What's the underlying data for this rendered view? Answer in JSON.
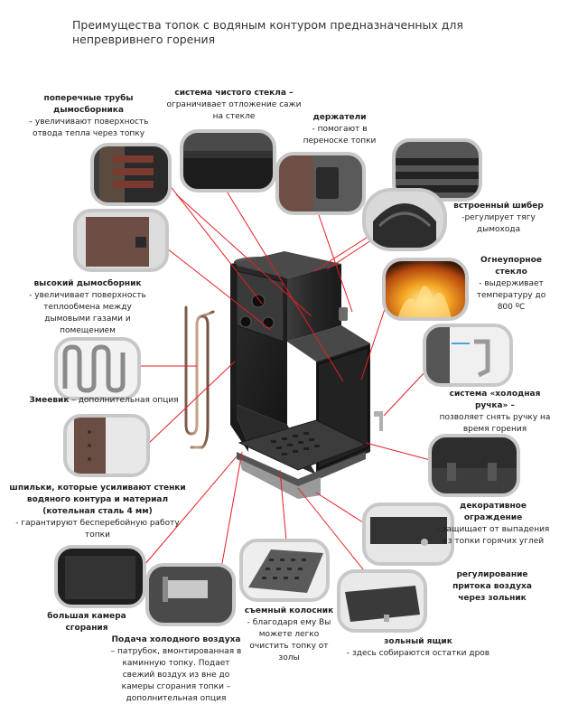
{
  "title": "Преимущества топок с водяным контуром предназначенных для непревривнего горения",
  "colors": {
    "accent": "#e31e24",
    "frame": "#c8c8c8",
    "steel": "#2e2e2e",
    "panel": "#3a3a3a"
  },
  "labels": {
    "tubes": {
      "title": "поперечные трубы дымосборника",
      "desc": "– увеличивают поверхность отвода тепла через топку"
    },
    "glass": {
      "title": "система чистого стекла –",
      "desc": "ограничивает отложение сажи на стекле"
    },
    "holders": {
      "title": "держатели",
      "desc": "- помогают в переноске топки"
    },
    "damper": {
      "title": "встроенный шибер",
      "desc": "-регулирует тягу дымохода"
    },
    "refractory": {
      "title": "Огнеупорное стекло",
      "desc": "- выдерживает температуру до 800 ºC"
    },
    "collector": {
      "title": "высокий дымосборник",
      "desc": "- увеличивает поверхность теплообмена между дымовыми газами и помещением"
    },
    "coil": {
      "title": "Змеевик",
      "desc": "– дополнительная опция"
    },
    "handle": {
      "title": "система «холодная ручка» –",
      "desc": "позволяет снять ручку на время горения"
    },
    "pins": {
      "title": "шпильки, которые усиливают стенки водяного контура и материал (котельная сталь 4 мм)",
      "desc": "- гарантируют бесперебойную работу топки"
    },
    "guard": {
      "title": "декоративное ограждение",
      "desc": "- защищает от выпадения из топки горячих углей"
    },
    "chamber": {
      "title": "большая камера сгорания",
      "desc": ""
    },
    "air": {
      "title": "регулирование притока воздуха через зольник",
      "desc": ""
    },
    "cold": {
      "title": "Подача холодного воздуха",
      "desc": "– патрубок, вмонтированная в каминную топку. Подает свежий воздух из вне до камеры сгорания топки – дополнительная опция"
    },
    "grate": {
      "title": "съемный колосник",
      "desc": "- благодаря ему Вы можете легко очистить топку от золы"
    },
    "ash": {
      "title": "зольный ящик",
      "desc": "- здесь собираются остатки дров"
    }
  }
}
